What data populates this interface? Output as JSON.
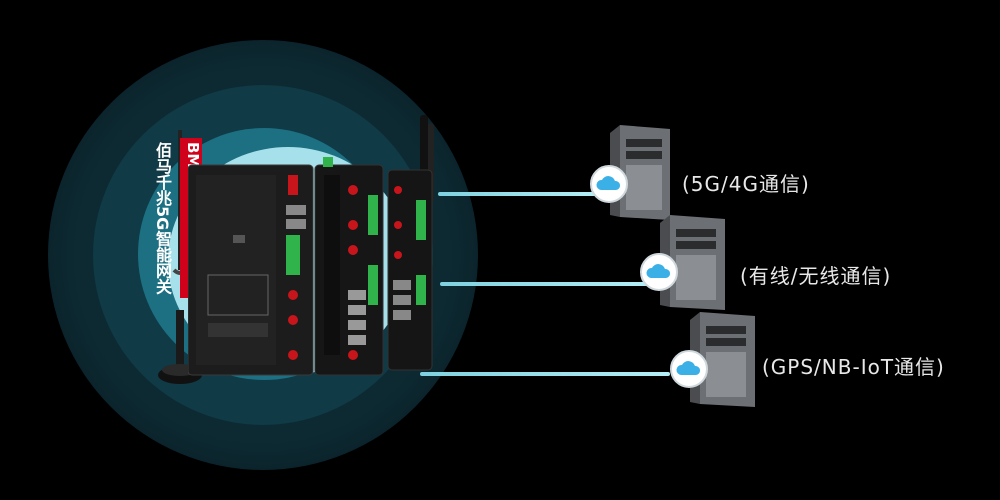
{
  "product": {
    "model": "BMG5100",
    "name_cn": "佰马千兆5G智能网关"
  },
  "connections": [
    {
      "label": "(5G/4G通信)"
    },
    {
      "label": "(有线/无线通信)"
    },
    {
      "label": "(GPS/NB-IoT通信)"
    }
  ],
  "icons": [
    "cloud-icon",
    "server-tower-icon",
    "antenna-icon",
    "gateway-device"
  ],
  "colors": {
    "background": "#000000",
    "accent": "#d0021b",
    "glow": "#a6e0ea",
    "link": "#8fdbe8"
  }
}
